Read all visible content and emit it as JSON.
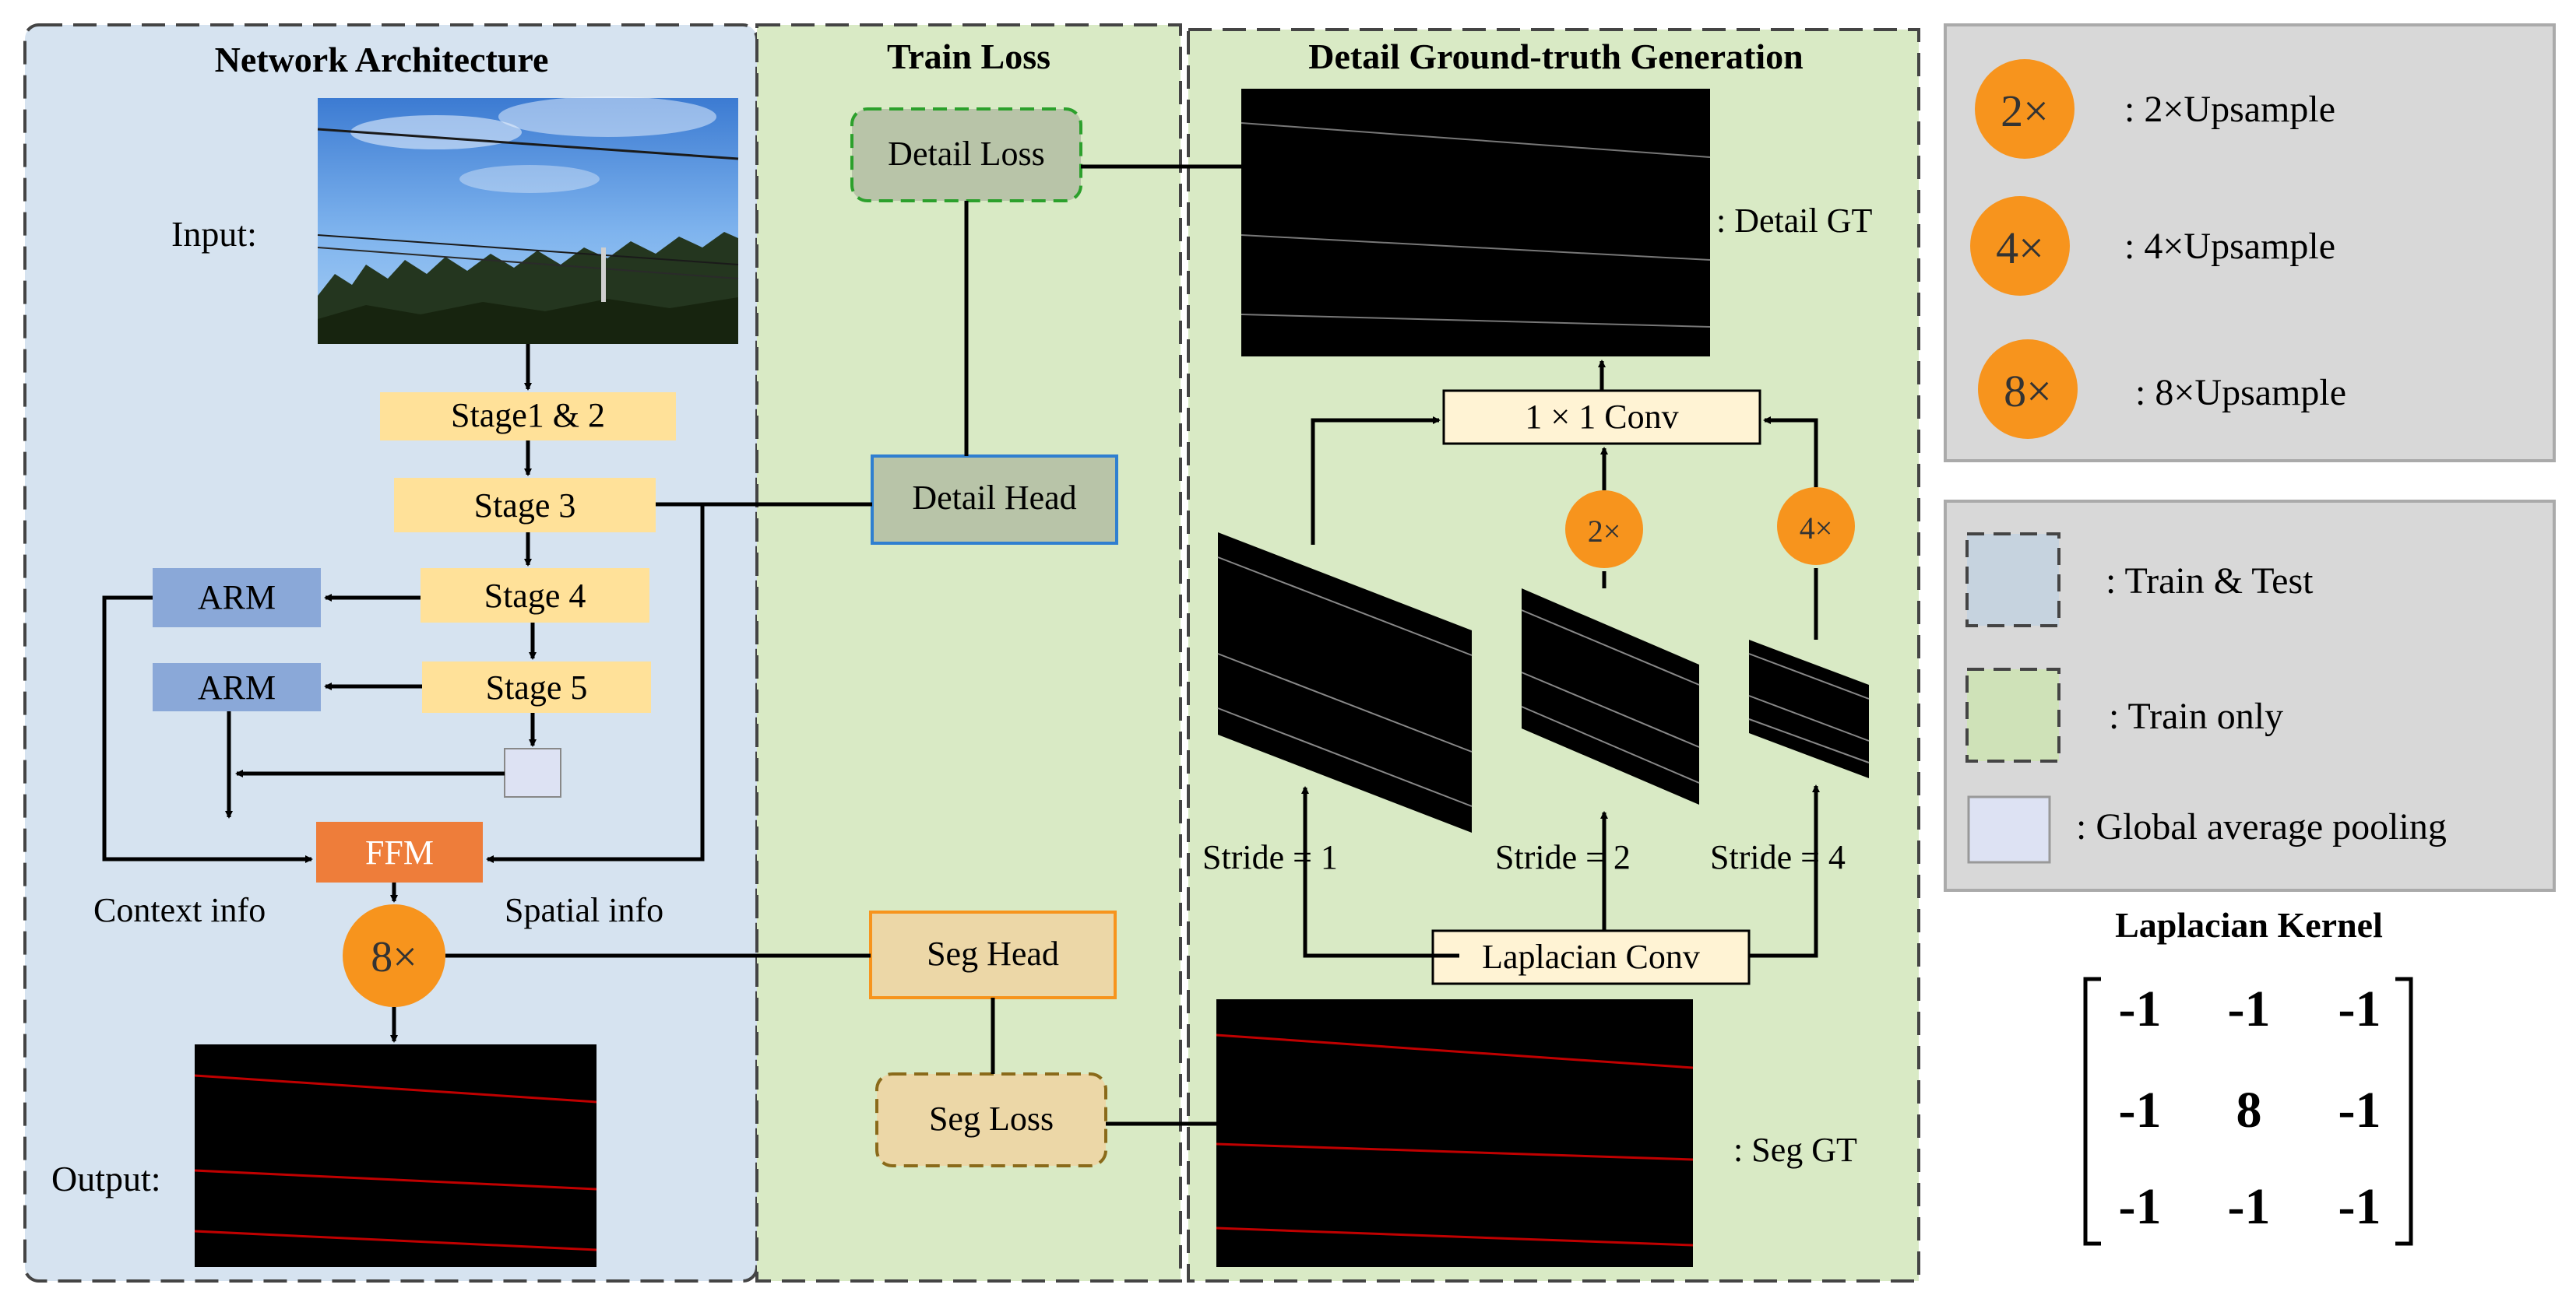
{
  "panels": {
    "network": "Network Architecture",
    "train_loss": "Train Loss",
    "detail_gen": "Detail Ground-truth Generation"
  },
  "network": {
    "input_label": "Input:",
    "output_label": "Output:",
    "stage12": "Stage1 & 2",
    "stage3": "Stage 3",
    "stage4": "Stage 4",
    "stage5": "Stage 5",
    "arm1": "ARM",
    "arm2": "ARM",
    "ffm": "FFM",
    "context_info": "Context info",
    "spatial_info": "Spatial info",
    "upsample_8x": "8×"
  },
  "train_loss": {
    "detail_loss": "Detail Loss",
    "detail_head": "Detail Head",
    "seg_head": "Seg Head",
    "seg_loss": "Seg Loss"
  },
  "detail_gen": {
    "detail_gt": ": Detail GT",
    "conv_1x1": "1 × 1 Conv",
    "up2x": "2×",
    "up4x": "4×",
    "stride1": "Stride = 1",
    "stride2": "Stride = 2",
    "stride4": "Stride = 4",
    "laplacian_conv": "Laplacian Conv",
    "seg_gt": ": Seg GT"
  },
  "legend_upsample": {
    "items": [
      {
        "icon": "2×",
        "label": ": 2×Upsample"
      },
      {
        "icon": "4×",
        "label": ": 4×Upsample"
      },
      {
        "icon": "8×",
        "label": ": 8×Upsample"
      }
    ]
  },
  "legend_boxes": {
    "train_test": ": Train & Test",
    "train_only": ": Train only",
    "gap": ": Global average pooling"
  },
  "kernel": {
    "title": "Laplacian Kernel",
    "matrix": [
      [
        "-1",
        "-1",
        "-1"
      ],
      [
        "-1",
        "8",
        "-1"
      ],
      [
        "-1",
        "-1",
        "-1"
      ]
    ]
  },
  "colors": {
    "panel_blue": "#d6e3f0",
    "panel_green": "#d9eac5",
    "stage_yellow": "#ffe199",
    "arm_blue": "#8aa8d8",
    "ffm_orange": "#ee7d3a",
    "upsample_orange": "#f7941d",
    "head_gray": "#b8c4a8",
    "seg_tan": "#ecd7a7",
    "legend_gray": "#d8d8d8",
    "gap_lavender": "#dde2f3",
    "seg_line_red": "#c00000"
  }
}
